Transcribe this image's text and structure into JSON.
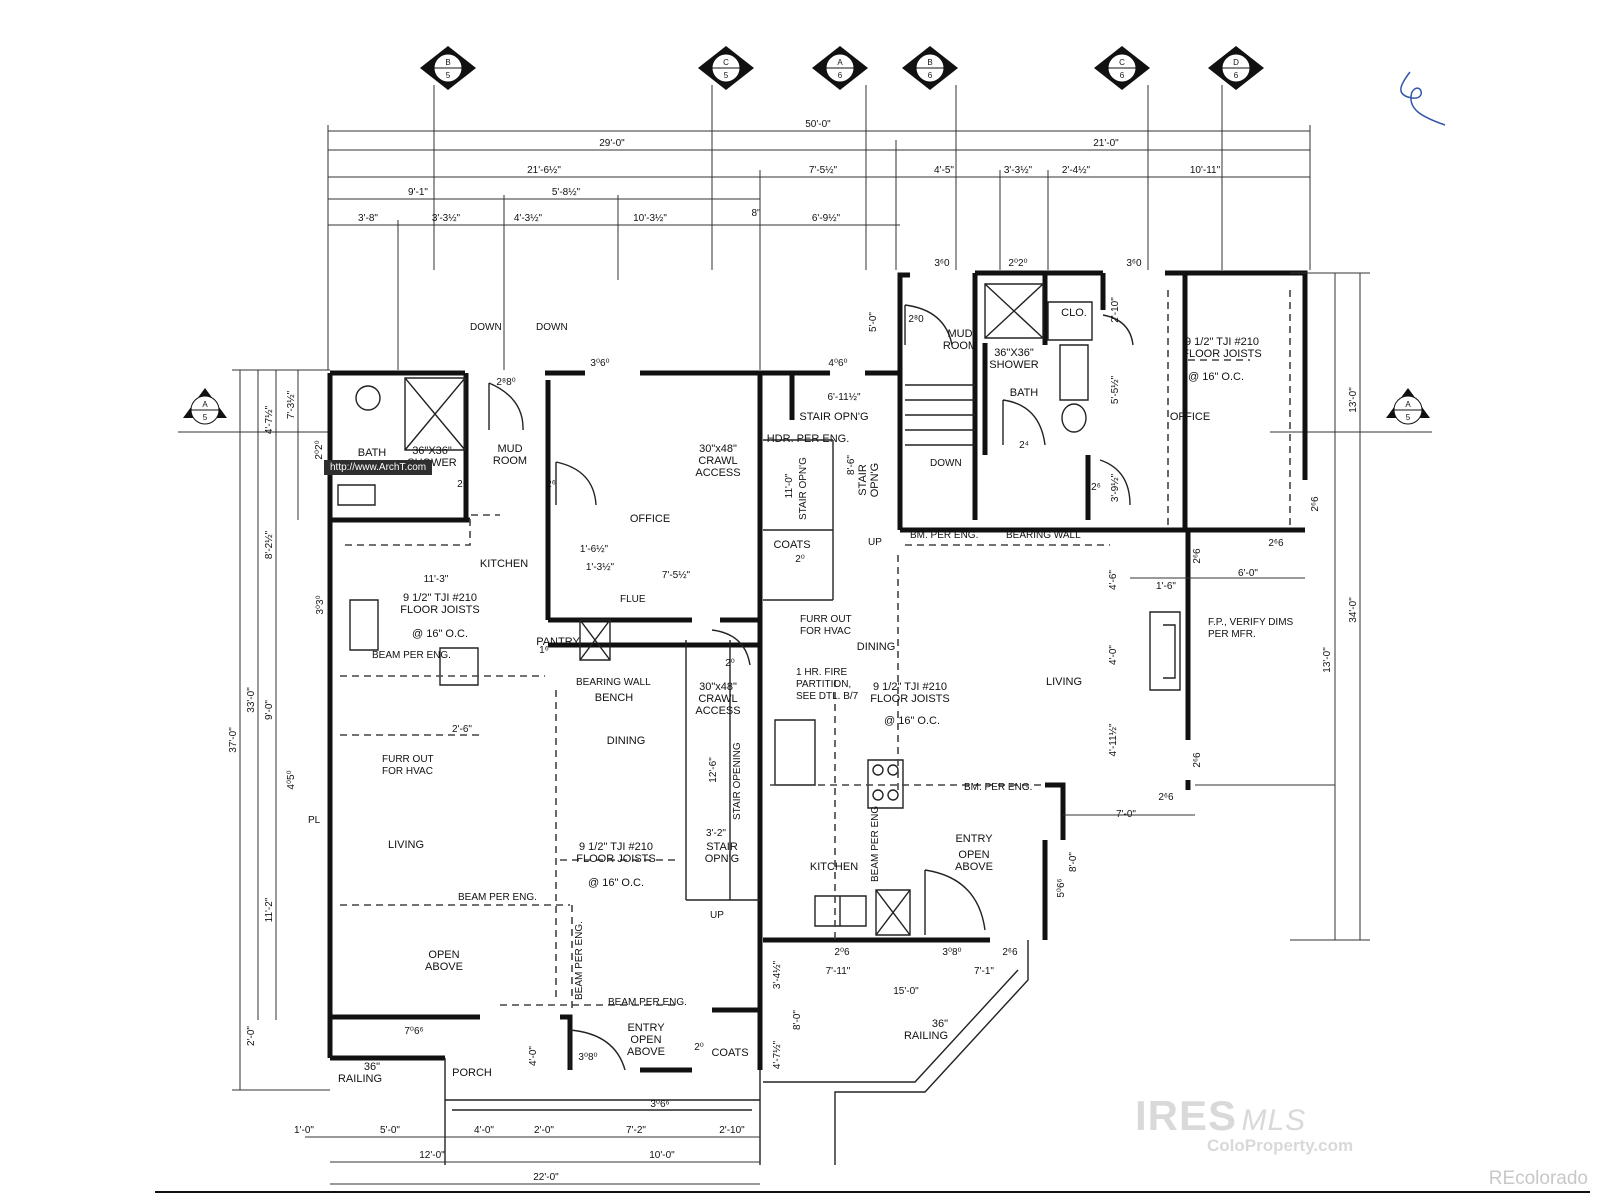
{
  "tag": "http://www.ArchT.com",
  "watermark": {
    "brand": "IRES",
    "brand_suffix": "MLS",
    "site": "ColoProperty.com",
    "credit": "REcolorado"
  },
  "section_markers": [
    {
      "letter": "B",
      "num": "5"
    },
    {
      "letter": "C",
      "num": "5"
    },
    {
      "letter": "A",
      "num": "6"
    },
    {
      "letter": "B",
      "num": "6"
    },
    {
      "letter": "C",
      "num": "6"
    },
    {
      "letter": "D",
      "num": "6"
    },
    {
      "letter": "A",
      "num": "5"
    },
    {
      "letter": "A",
      "num": "5"
    }
  ],
  "top_dims": {
    "total": "50'-0\"",
    "left": "29'-0\"",
    "right": "21'-0\"",
    "r1": [
      "21'-6½\"",
      "7'-5½\"",
      "4'-5\"",
      "3'-3½\"",
      "2'-4½\"",
      "10'-11\""
    ],
    "r2": [
      "9'-1\"",
      "5'-8½\""
    ],
    "r3": [
      "3'-8\"",
      "3'-3½\"",
      "4'-3½\"",
      "10'-3½\"",
      "8\"",
      "6'-9½\""
    ]
  },
  "left_unit": {
    "rooms": {
      "bath": "BATH",
      "shower": [
        "36\"X36\"",
        "SHOWER"
      ],
      "mud": [
        "MUD",
        "ROOM"
      ],
      "office": "OFFICE",
      "kitchen": "KITCHEN",
      "pantry": "PANTRY",
      "bench": "BENCH",
      "dining": "DINING",
      "living": "LIVING",
      "open": [
        "OPEN",
        "ABOVE"
      ],
      "porch": "PORCH",
      "entry": [
        "ENTRY",
        "OPEN",
        "ABOVE"
      ],
      "coats": "COATS"
    },
    "notes": {
      "down1": "DOWN",
      "down2": "DOWN",
      "crawl": [
        "30\"x48\"",
        "CRAWL",
        "ACCESS"
      ],
      "crawl2": [
        "30\"x48\"",
        "CRAWL",
        "ACCESS"
      ],
      "joists": [
        "9 1/2\" TJI #210",
        "FLOOR JOISTS",
        "@ 16\" O.C."
      ],
      "joists2": [
        "9 1/2\" TJI #210",
        "FLOOR JOISTS",
        "@ 16\" O.C."
      ],
      "flue": "FLUE",
      "beam1": "BEAM PER ENG.",
      "beam2": "BEAM PER ENG.",
      "beam3": "BEAM PER ENG.",
      "beam4": "BEAM PER ENG.",
      "bearing": "BEARING WALL",
      "furr": [
        "FURR OUT",
        "FOR HVAC"
      ],
      "stair": "STAIR OPENING",
      "stair2": [
        "STAIR",
        "OPN'G"
      ],
      "up": "UP",
      "railing": [
        "36\"",
        "RAILING"
      ],
      "pl": "PL"
    },
    "dims": {
      "d1": "2⁸8⁰",
      "d2": "3⁰6⁰",
      "d3": "2⁴",
      "d4": "2⁶",
      "d5": "1'-6½\"",
      "d6": "1'-3½\"",
      "d7": "7'-5½\"",
      "d8": "11'-3\"",
      "d9": "2'-6\"",
      "d10": "3⁰3⁰",
      "d11": "1⁶",
      "d12": "2⁰",
      "d13": "12'-6\"",
      "d14": "3'-2\"",
      "d15": "7⁰6⁶",
      "d16": "3⁰8⁰",
      "d17": "2⁰",
      "d18": "3⁰6⁶",
      "d19": "2⁰2⁰",
      "left1": "4'-7½\"",
      "left2": "7'-3½\"",
      "left3": "8'-2½\"",
      "left4": "33'-0\"",
      "left5": "37'-0\"",
      "left6": "9'-0\"",
      "left7": "4⁰5⁰",
      "left8": "11'-2\"",
      "left9": "2'-0\"",
      "left10": "4'-0\""
    },
    "bottom": [
      "1'-0\"",
      "5'-0\"",
      "4'-0\"",
      "2'-0\"",
      "7'-2\"",
      "2'-10\"",
      "12'-0\"",
      "10'-0\"",
      "22'-0\""
    ]
  },
  "right_unit": {
    "rooms": {
      "mud": [
        "MUD",
        "ROOM"
      ],
      "shower": [
        "36\"X36\"",
        "SHOWER"
      ],
      "bath": "BATH",
      "clo": "CLO.",
      "office": "OFFICE",
      "coats": "COATS",
      "dining": "DINING",
      "living": "LIVING",
      "kitchen": "KITCHEN",
      "entry": [
        "ENTRY",
        "OPEN",
        "ABOVE"
      ]
    },
    "notes": {
      "joists": [
        "9 1/2\" TJI #210",
        "FLOOR JOISTS",
        "@ 16\" O.C."
      ],
      "joists2": [
        "9 1/2\" TJI #210",
        "FLOOR JOISTS",
        "@ 16\" O.C."
      ],
      "down": "DOWN",
      "stair": "STAIR OPN'G",
      "hdr": "HDR. PER ENG.",
      "stair2": "STAIR OPN'G",
      "stair3": [
        "STAIR",
        "OPN'G"
      ],
      "bm1": "BM. PER ENG.",
      "bearing": "BEARING WALL",
      "furr": [
        "FURR OUT",
        "FOR HVAC"
      ],
      "fire": [
        "1 HR. FIRE",
        "PARTITION,",
        "SEE DTL. B/7"
      ],
      "fp": [
        "F.P., VERIFY DIMS",
        "PER MFR."
      ],
      "bm2": "BM. PER ENG.",
      "beam": "BEAM PER ENG",
      "up": "UP",
      "railing": [
        "36\"",
        "RAILING"
      ]
    },
    "dims": {
      "d1": "3⁶0",
      "d2": "2⁸0",
      "d3": "2⁰2⁰",
      "d4": "3⁶0",
      "d5": "2'-10\"",
      "d6": "5'-0\"",
      "d7": "4⁰6⁰",
      "d8": "6'-11½\"",
      "d9": "8'-6\"",
      "d10": "11'-0\"",
      "d11": "5'-5½\"",
      "d12": "3'-9½\"",
      "d13": "2⁴",
      "d14": "2⁶",
      "d15": "2⁰",
      "d16": "2⁶6",
      "d17": "2⁶6",
      "d18": "6'-0\"",
      "d19": "1'-6\"",
      "d20": "4'-6\"",
      "d21": "4'-0\"",
      "d22": "4'-11½\"",
      "d23": "2⁶6",
      "d24": "2⁶6",
      "d25": "7'-0\"",
      "d26": "8'-0\"",
      "d27": "5⁰6⁶",
      "d28": "2⁰6",
      "d29": "3⁰8⁰",
      "d30": "2⁶6",
      "d31": "7'-11\"",
      "d32": "7'-1\"",
      "d33": "15'-0\"",
      "d34": "3'-4½\"",
      "d35": "8'-0\"",
      "d36": "4'-7½\"",
      "d37": "2⁰",
      "d38": "2⁶6",
      "right1": "13'-0\"",
      "right2": "34'-0\"",
      "right3": "13'-0\""
    }
  }
}
